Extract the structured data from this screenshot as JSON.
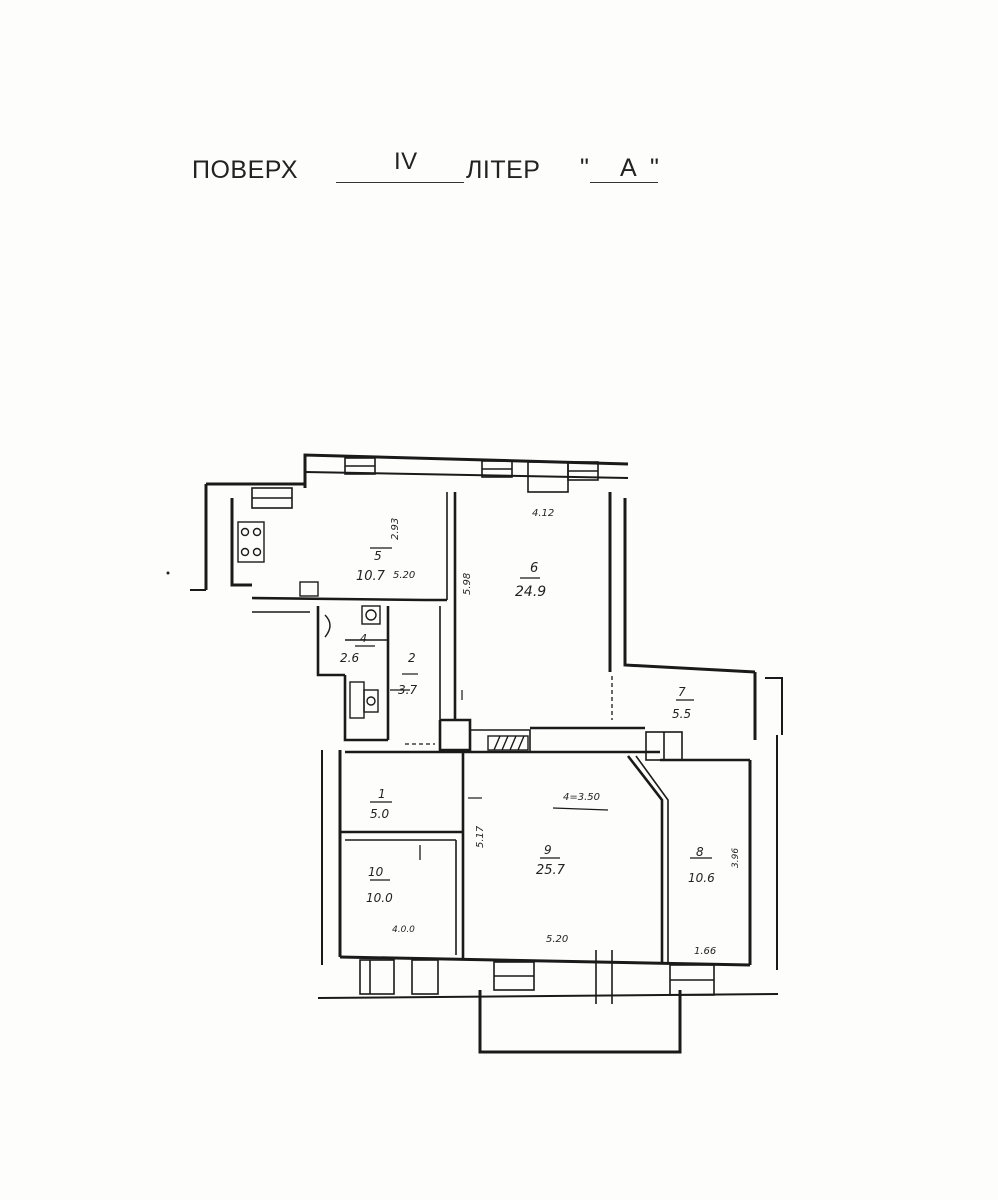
{
  "header": {
    "floor_label": "ПОВЕРХ",
    "floor_value": "IV",
    "letter_label": "ЛІТЕР",
    "letter_open_quote": "\"",
    "letter_value": "А",
    "letter_close_quote": "\""
  },
  "rooms": {
    "r1": {
      "number": "1",
      "area": "5.0"
    },
    "r2": {
      "number": "2",
      "area": "3.7"
    },
    "r4": {
      "number": "4",
      "area": "2.6"
    },
    "r5": {
      "number": "5",
      "area": "10.7"
    },
    "r6": {
      "number": "6",
      "area": "24.9"
    },
    "r7": {
      "number": "7",
      "area": "5.5"
    },
    "r8": {
      "number": "8",
      "area": "10.6"
    },
    "r9": {
      "number": "9",
      "area": "25.7"
    },
    "r10": {
      "number": "10",
      "area": "10.0"
    }
  },
  "dimensions": {
    "d_412": "4.12",
    "d_293": "2.93",
    "d_520a": "5.20",
    "d_598": "5.98",
    "d_350": "4=3.50",
    "d_517": "5.17",
    "d_520b": "5.20",
    "d_400": "4.0.0",
    "d_166": "1.66",
    "d_396": "3.96"
  }
}
